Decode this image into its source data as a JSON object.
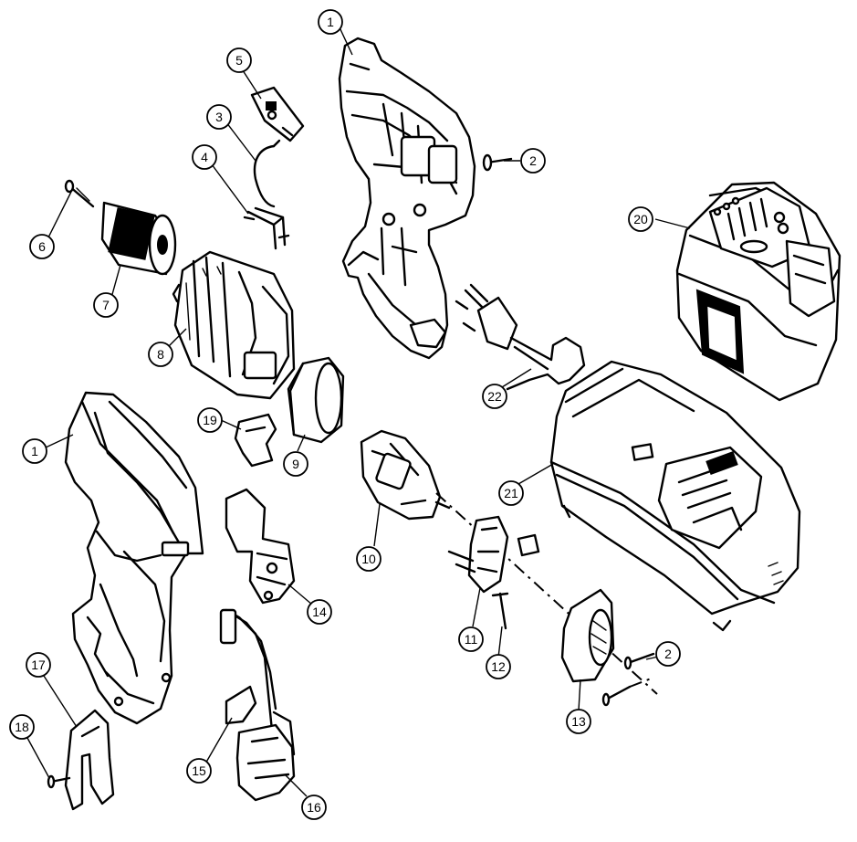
{
  "diagram": {
    "parts": [
      {
        "id": "housing-right",
        "number": "1"
      },
      {
        "id": "screw-upper",
        "number": "2"
      },
      {
        "id": "spring-clip",
        "number": "3"
      },
      {
        "id": "wire-bracket",
        "number": "4"
      },
      {
        "id": "led-switch",
        "number": "5"
      },
      {
        "id": "chuck-screw",
        "number": "6"
      },
      {
        "id": "chuck",
        "number": "7"
      },
      {
        "id": "gearbox",
        "number": "8"
      },
      {
        "id": "motor-ring",
        "number": "9"
      },
      {
        "id": "motor",
        "number": "10"
      },
      {
        "id": "direction-switch",
        "number": "11"
      },
      {
        "id": "pin",
        "number": "12"
      },
      {
        "id": "end-cap",
        "number": "13"
      },
      {
        "id": "trigger-switch",
        "number": "14"
      },
      {
        "id": "small-tab",
        "number": "15"
      },
      {
        "id": "battery-terminal",
        "number": "16"
      },
      {
        "id": "belt-clip",
        "number": "17"
      },
      {
        "id": "clip-screw",
        "number": "18"
      },
      {
        "id": "forward-reverse-lever",
        "number": "19"
      },
      {
        "id": "battery-pack",
        "number": "20"
      },
      {
        "id": "charger",
        "number": "21"
      },
      {
        "id": "power-cord",
        "number": "22"
      },
      {
        "id": "housing-left",
        "number": "1"
      },
      {
        "id": "screw-lower",
        "number": "2"
      }
    ]
  }
}
